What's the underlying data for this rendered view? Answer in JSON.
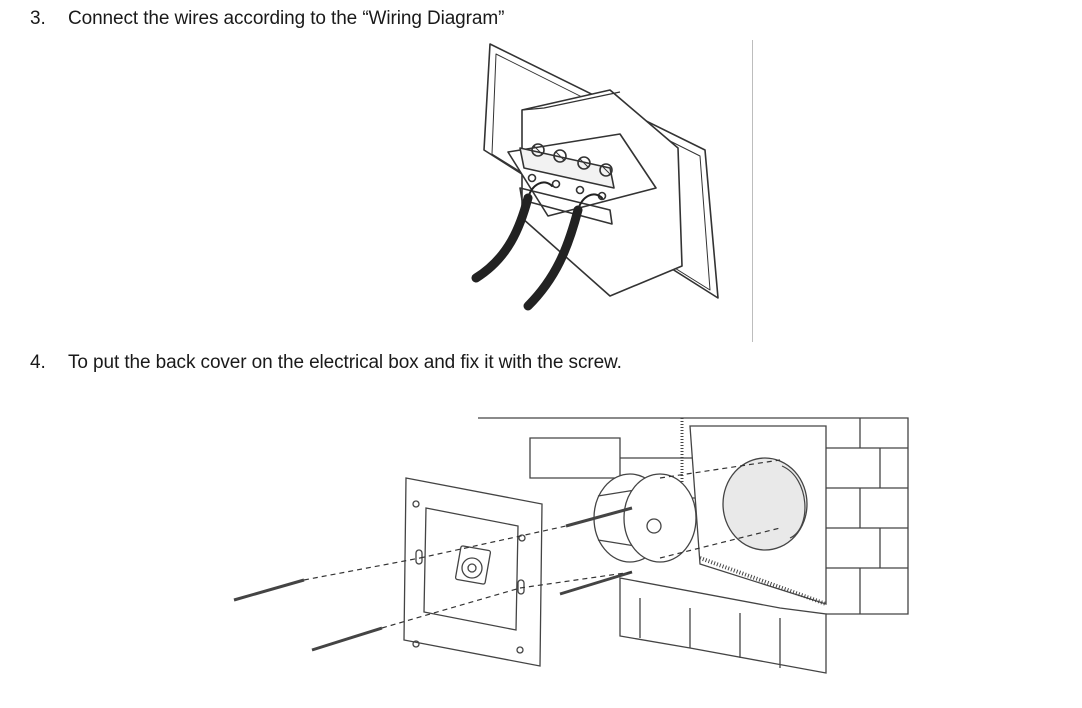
{
  "steps": [
    {
      "number": "3.",
      "text": "Connect the wires according to the “Wiring Diagram”"
    },
    {
      "number": "4.",
      "text": "To put the back cover on the electrical box and fix it with the screw."
    }
  ],
  "figures": {
    "wiring": {
      "icon": "switch-wiring-illustration"
    },
    "mounting": {
      "icon": "back-cover-mounting-illustration"
    }
  }
}
